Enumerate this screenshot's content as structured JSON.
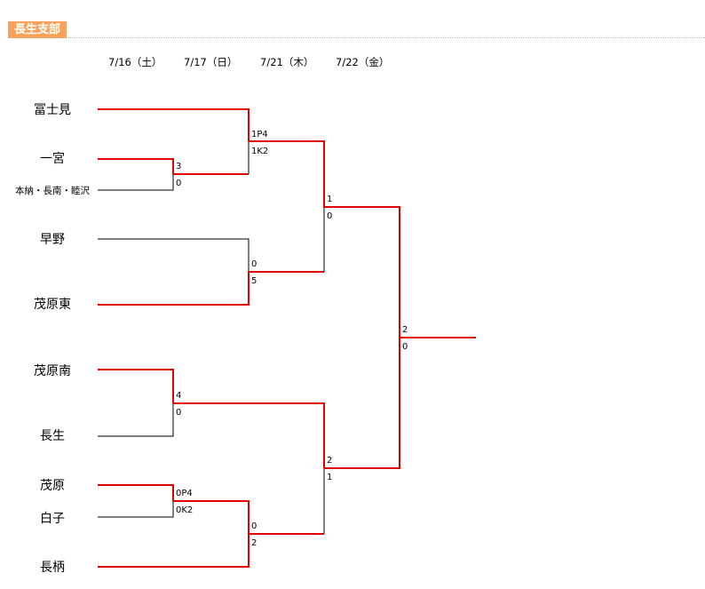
{
  "section_title": "長生支部",
  "dates": [
    "7/16（土）",
    "7/17（日）",
    "7/21（木）",
    "7/22（金）"
  ],
  "teams": [
    "冨士見",
    "一宮",
    "本納・長南・睦沢",
    "早野",
    "茂原東",
    "茂原南",
    "長生",
    "茂原",
    "白子",
    "長柄"
  ],
  "scores": {
    "r1_a_top": "3",
    "r1_a_bottom": "0",
    "r1_b_top": "4",
    "r1_b_bottom": "0",
    "r1_c_top": "0P4",
    "r1_c_bottom": "0K2",
    "r2_a_top": "1P4",
    "r2_a_bottom": "1K2",
    "r2_b_top": "0",
    "r2_b_bottom": "5",
    "r2_c_top": "0",
    "r2_c_bottom": "2",
    "sf_a_top": "1",
    "sf_a_bottom": "0",
    "sf_b_top": "2",
    "sf_b_bottom": "1",
    "final_top": "2",
    "final_bottom": "0"
  },
  "colors": {
    "win": "#e00000",
    "lose": "#000000",
    "badge": "#f7a35c"
  }
}
